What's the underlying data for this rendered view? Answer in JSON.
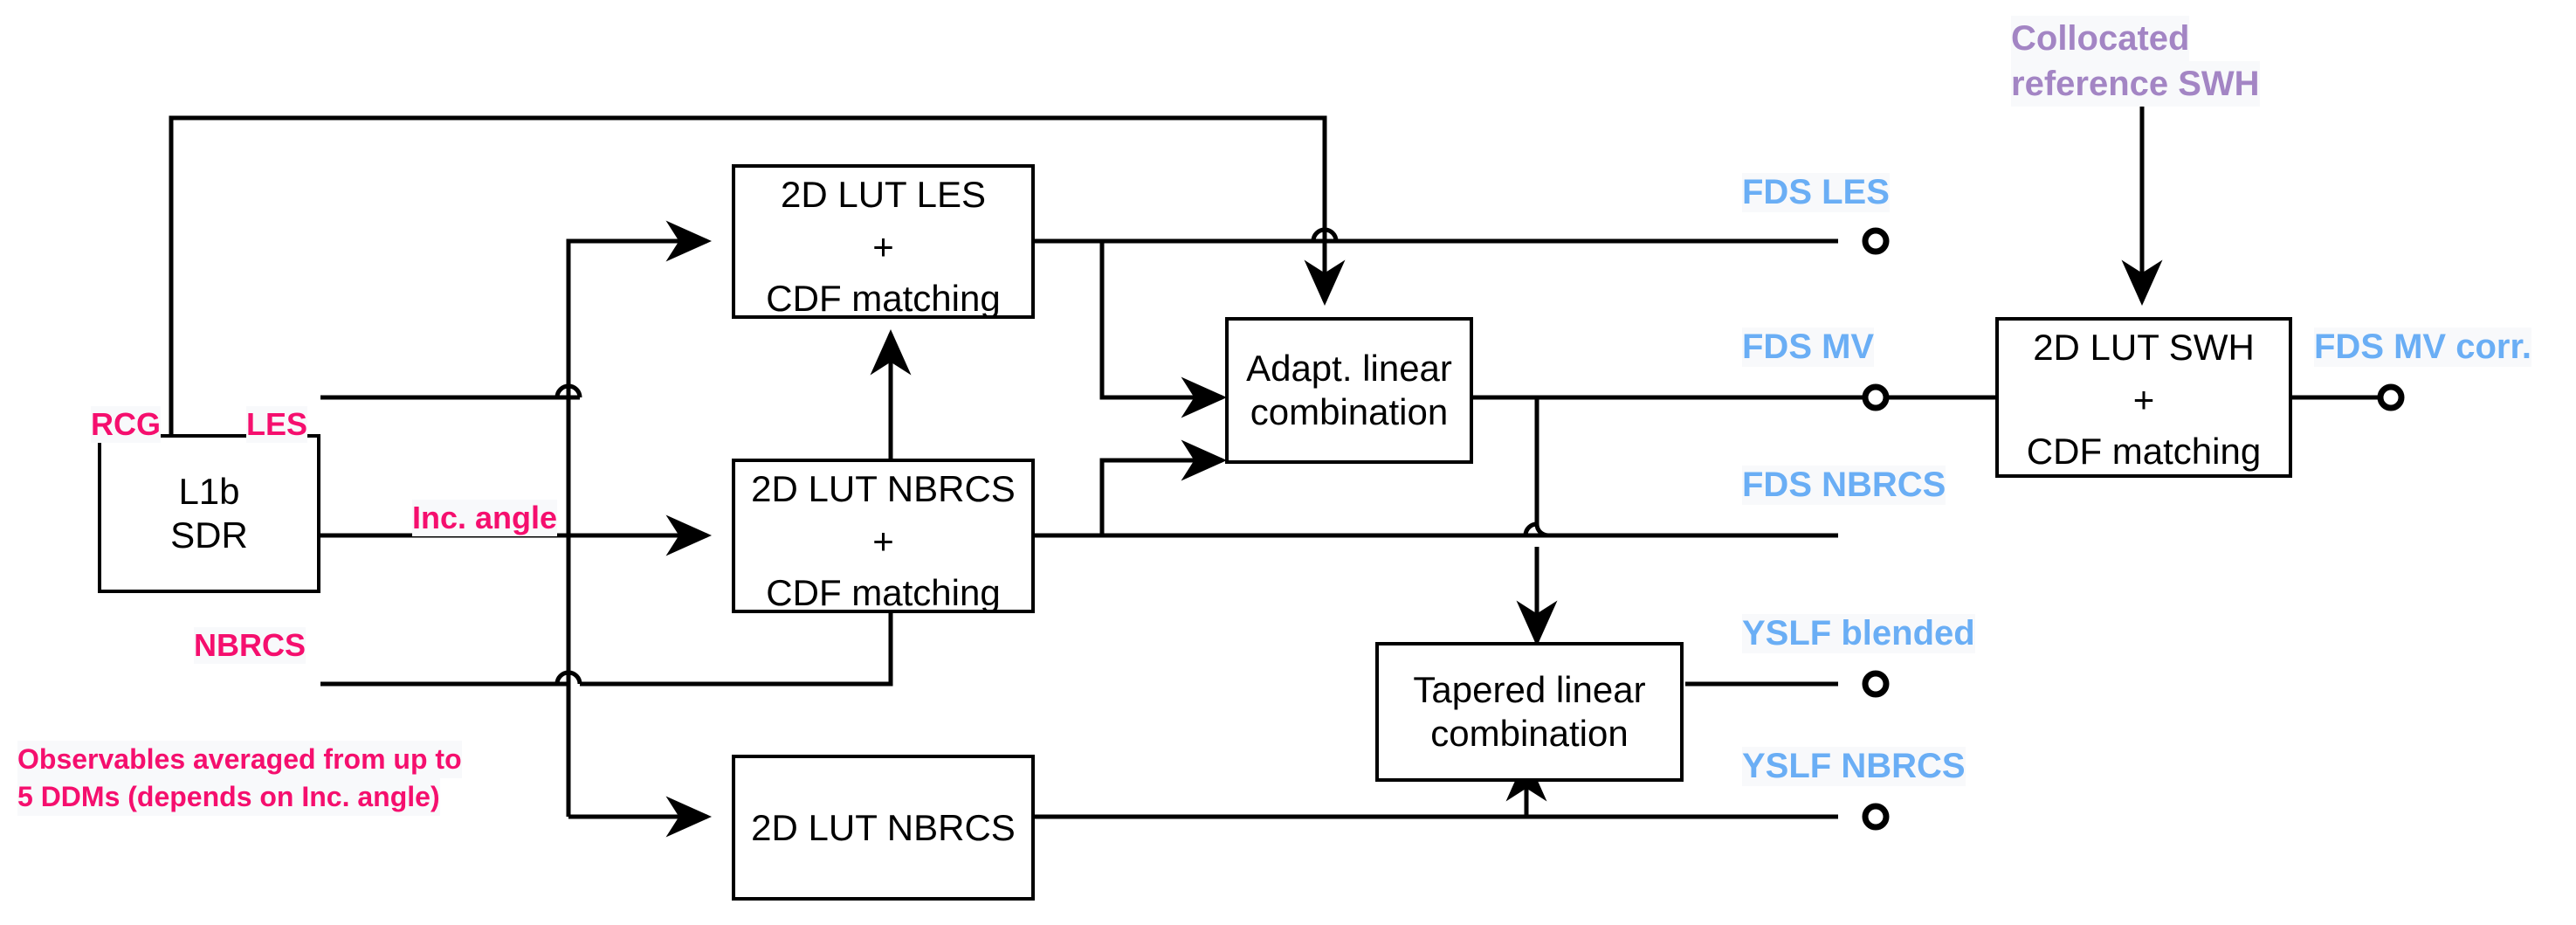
{
  "diagram": {
    "title": "CYGNSS L1b to FDS/YSLF retrieval processing flow",
    "colors": {
      "wire": "#000000",
      "box_border": "#000000",
      "observable_label": "#f50f6e",
      "output_label": "#6aaef5",
      "reference_label": "#a385c4",
      "background": "#ffffff"
    },
    "nodes": [
      {
        "id": "l1b_sdr",
        "lines": [
          "L1b",
          "SDR"
        ]
      },
      {
        "id": "lut_les",
        "lines": [
          "2D LUT LES",
          "+",
          "CDF matching"
        ]
      },
      {
        "id": "lut_nbrcs_cdf",
        "lines": [
          "2D LUT NBRCS",
          "+",
          "CDF matching"
        ]
      },
      {
        "id": "lut_nbrcs",
        "lines": [
          "2D LUT NBRCS"
        ]
      },
      {
        "id": "adapt_lin",
        "lines": [
          "Adapt. linear",
          "combination"
        ]
      },
      {
        "id": "tapered_lin",
        "lines": [
          "Tapered linear",
          "combination"
        ]
      },
      {
        "id": "lut_swh",
        "lines": [
          "2D LUT SWH",
          "+",
          "CDF matching"
        ]
      }
    ],
    "observable_labels": [
      {
        "id": "rcg",
        "text": "RCG"
      },
      {
        "id": "les",
        "text": "LES"
      },
      {
        "id": "inc_angle",
        "text": "Inc. angle"
      },
      {
        "id": "nbrcs",
        "text": "NBRCS"
      }
    ],
    "output_labels": [
      {
        "id": "fds_les",
        "text": "FDS LES"
      },
      {
        "id": "fds_mv",
        "text": "FDS MV"
      },
      {
        "id": "fds_nbrcs",
        "text": "FDS NBRCS"
      },
      {
        "id": "yslf_blended",
        "text": "YSLF blended"
      },
      {
        "id": "yslf_nbrcs",
        "text": "YSLF NBRCS"
      },
      {
        "id": "fds_mv_corr",
        "text": "FDS MV corr."
      }
    ],
    "reference_label": {
      "id": "collocated_swh",
      "line1": "Collocated",
      "line2": "reference SWH"
    },
    "footnote": {
      "line1": "Observables averaged from up to",
      "line2": "5 DDMs (depends on Inc. angle)"
    }
  }
}
